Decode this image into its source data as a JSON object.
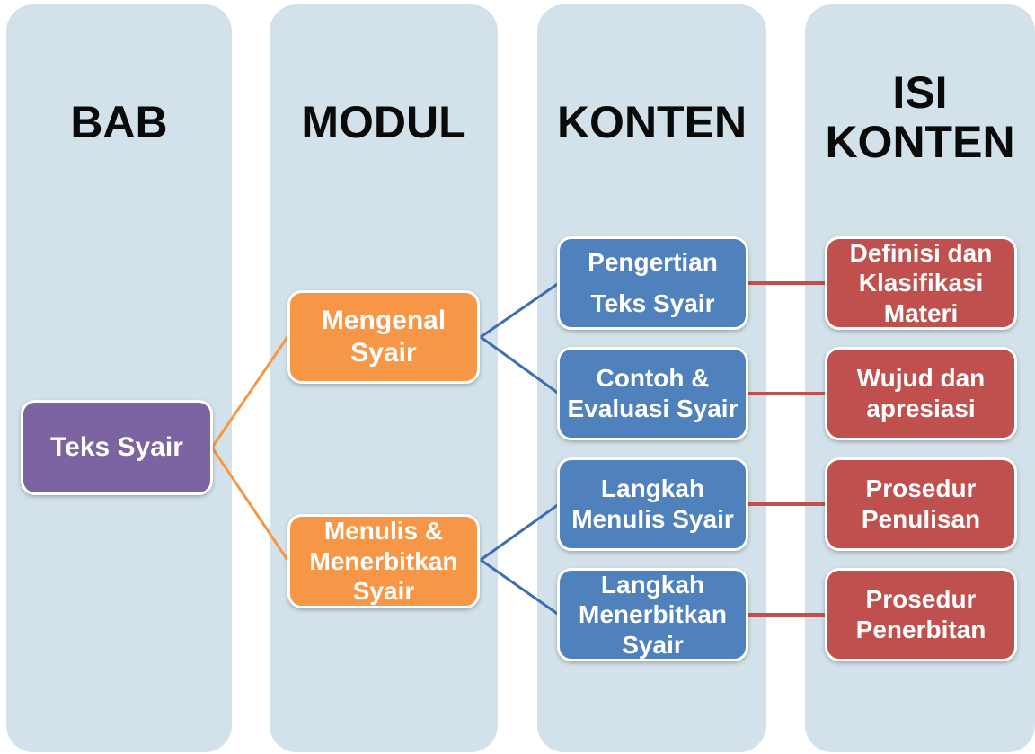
{
  "columns": [
    {
      "label": "BAB"
    },
    {
      "label": "MODUL"
    },
    {
      "label": "KONTEN"
    },
    {
      "label": "ISI\nKONTEN"
    }
  ],
  "nodes": {
    "bab": {
      "label": "Teks Syair"
    },
    "modul_1": {
      "label": "Mengenal Syair"
    },
    "modul_2": {
      "label": "Menulis &\nMenerbitkan\nSyair"
    },
    "konten_1": {
      "label": "Pengertian\nTeks Syair"
    },
    "konten_2": {
      "label": "Contoh &\nEvaluasi Syair"
    },
    "konten_3": {
      "label": "Langkah\nMenulis Syair"
    },
    "konten_4": {
      "label": "Langkah\nMenerbitkan\nSyair"
    },
    "isi_1": {
      "label": "Definisi dan\nKlasifikasi\nMateri"
    },
    "isi_2": {
      "label": "Wujud dan\napresiasi"
    },
    "isi_3": {
      "label": "Prosedur\nPenulisan"
    },
    "isi_4": {
      "label": "Prosedur\nPenerbitan"
    }
  },
  "colors": {
    "column_bg": "#d3e2ea",
    "bab_node": "#7c64a3",
    "modul_node": "#f79646",
    "konten_node": "#4f81bd",
    "isi_node": "#c0504d",
    "connector_orange": "#f79646",
    "connector_blue": "#3e6eb2",
    "connector_red": "#c0504d"
  }
}
